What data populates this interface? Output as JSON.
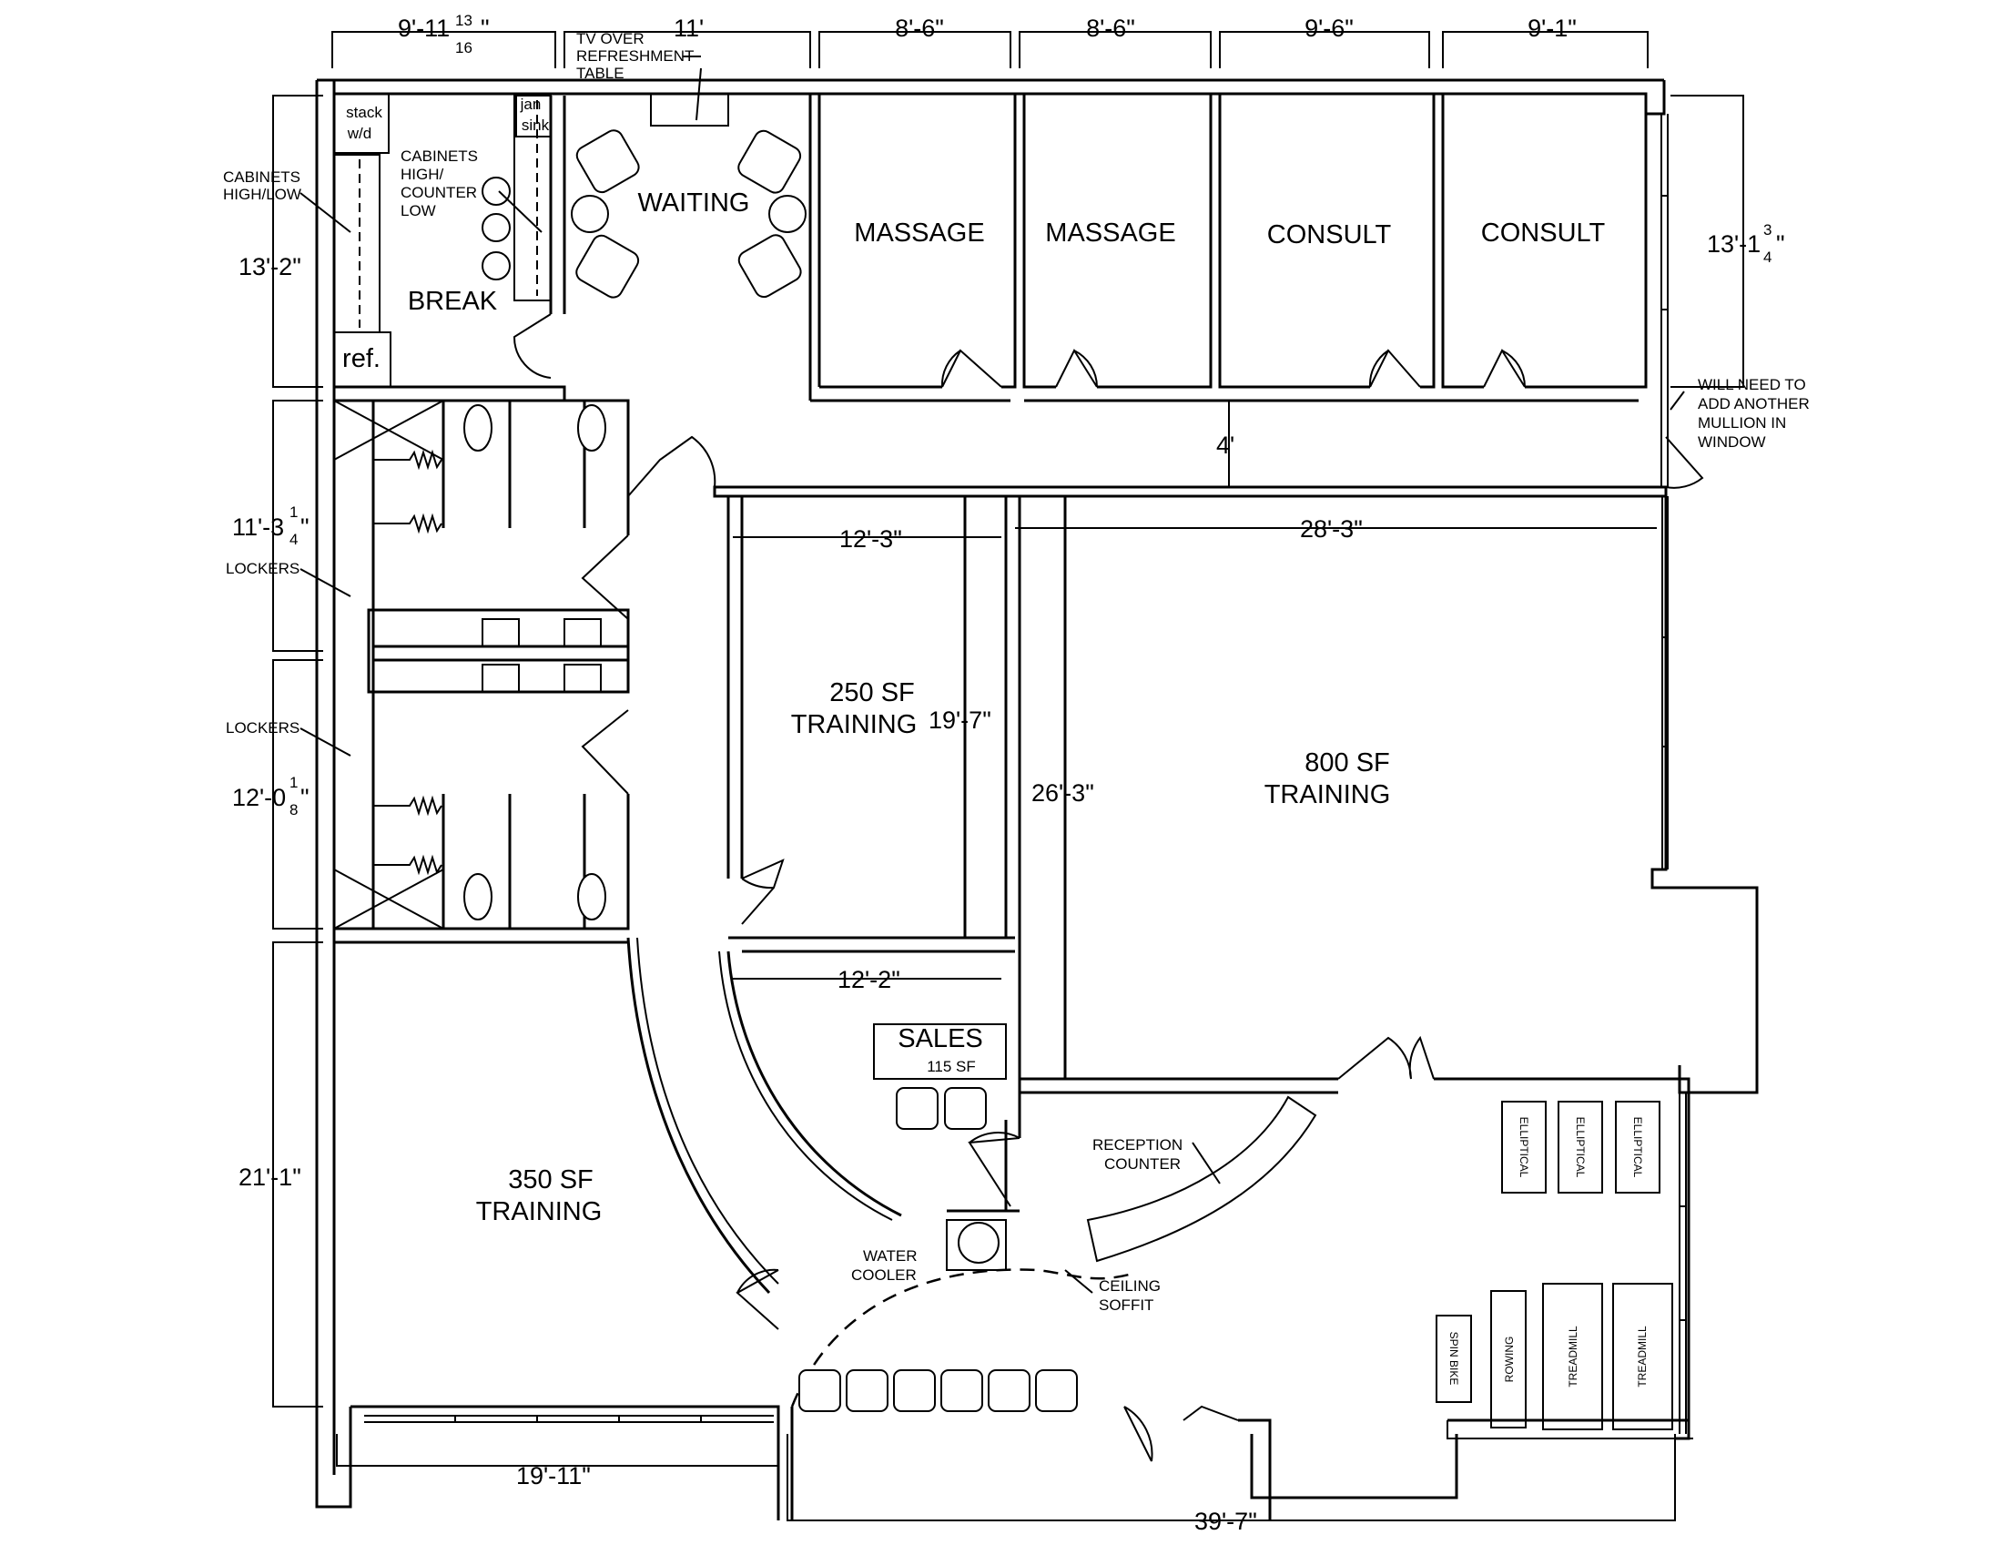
{
  "rooms": {
    "waiting": "WAITING",
    "massage_1": "MASSAGE",
    "massage_2": "MASSAGE",
    "consult_1": "CONSULT",
    "consult_2": "CONSULT",
    "break": "BREAK",
    "training_250_sf": "250 SF",
    "training_250_label": "TRAINING",
    "training_800_sf": "800 SF",
    "training_800_label": "TRAINING",
    "training_350_sf": "350 SF",
    "training_350_label": "TRAINING",
    "sales": "SALES",
    "sales_sf": "115 SF"
  },
  "fixtures": {
    "ref": "ref.",
    "stack_1": "stack",
    "stack_2": "w/d",
    "jan_1": "jan",
    "jan_2": "sink"
  },
  "equipment": {
    "elliptical_1": "ELLIPTICAL",
    "elliptical_2": "ELLIPTICAL",
    "elliptical_3": "ELLIPTICAL",
    "spin_bike": "SPIN BIKE",
    "rowing": "ROWING",
    "treadmill_1": "TREADMILL",
    "treadmill_2": "TREADMILL"
  },
  "notes": {
    "tv_1": "TV OVER",
    "tv_2": "REFRESHMENT",
    "tv_3": "TABLE",
    "cab_left_1": "CABINETS",
    "cab_left_2": "HIGH/LOW",
    "cab_break_1": "CABINETS",
    "cab_break_2": "HIGH/",
    "cab_break_3": "COUNTER",
    "cab_break_4": "LOW",
    "lockers_1": "LOCKERS",
    "lockers_2": "LOCKERS",
    "mullion_1": "WILL NEED TO",
    "mullion_2": "ADD ANOTHER",
    "mullion_3": "MULLION IN",
    "mullion_4": "WINDOW",
    "reception_1": "RECEPTION",
    "reception_2": "COUNTER",
    "water_1": "WATER",
    "water_2": "COOLER",
    "soffit_1": "CEILING",
    "soffit_2": "SOFFIT"
  },
  "dimensions": {
    "top_break": "9'-11",
    "top_break_num": "13",
    "top_break_den": "16",
    "top_break_inch": "\"",
    "top_waiting": "11'",
    "top_massage_1": "8'-6\"",
    "top_massage_2": "8'-6\"",
    "top_consult_1": "9'-6\"",
    "top_consult_2": "9'-1\"",
    "left_break": "13'-2\"",
    "left_men": "11'-3",
    "left_men_num": "1",
    "left_men_den": "4",
    "left_men_inch": "\"",
    "left_women": "12'-0",
    "left_women_num": "1",
    "left_women_den": "8",
    "left_women_inch": "\"",
    "left_training": "21'-1\"",
    "right_consult": "13'-1",
    "right_consult_num": "3",
    "right_consult_den": "4",
    "right_consult_inch": "\"",
    "corridor": "4'",
    "t250_width": "12'-3\"",
    "t250_depth": "19'-7\"",
    "t800_width": "28'-3\"",
    "t800_depth": "26'-3\"",
    "sales_width": "12'-2\"",
    "bottom_training": "19'-11\"",
    "bottom_total": "39'-7\""
  }
}
